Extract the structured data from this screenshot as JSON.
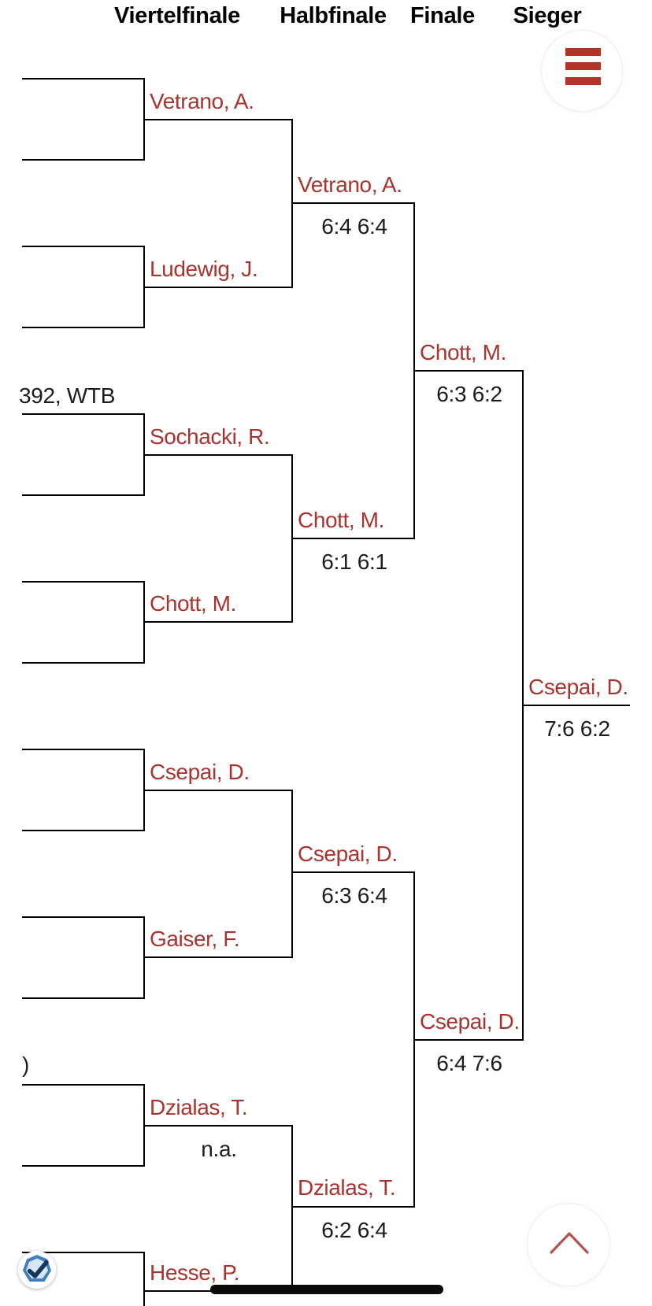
{
  "header": {
    "columns": [
      {
        "label": "Viertelfinale"
      },
      {
        "label": "Halbfinale"
      },
      {
        "label": "Finale"
      },
      {
        "label": "Sieger"
      }
    ]
  },
  "menu_button": {
    "icon": "hamburger-menu-icon"
  },
  "bracket": {
    "viertelfinale": [
      {
        "name": "Vetrano, A."
      },
      {
        "name": "Ludewig, J."
      },
      {
        "name": "Sochacki, R."
      },
      {
        "name": "Chott, M."
      },
      {
        "name": "Csepai, D."
      },
      {
        "name": "Gaiser, F."
      },
      {
        "name": "Dzialas, T.",
        "score": "n.a."
      },
      {
        "name": "Hesse, P."
      }
    ],
    "halbfinale": [
      {
        "name": "Vetrano, A.",
        "score": "6:4 6:4"
      },
      {
        "name": "Chott, M.",
        "score": "6:1 6:1"
      },
      {
        "name": "Csepai, D.",
        "score": "6:3 6:4"
      },
      {
        "name": "Dzialas, T.",
        "score": "6:2 6:4"
      }
    ],
    "finale": [
      {
        "name": "Chott, M.",
        "score": "6:3 6:2"
      },
      {
        "name": "Csepai, D.",
        "score": "6:4 7:6"
      }
    ],
    "sieger": {
      "name": "Csepai, D.",
      "score": "7:6 6:2"
    },
    "cutoff_fragments": [
      {
        "text": "392, WTB"
      },
      {
        "text": ")"
      }
    ]
  },
  "scroll_to_top": {
    "icon": "chevron-up-icon"
  },
  "browser_badge": {
    "icon": "verified-check-badge-icon"
  },
  "colors": {
    "player_name": "#a8342f",
    "menu_red": "#b23327",
    "line": "#000000",
    "score_text": "#1c1c1c",
    "chevron_red": "#b0544e",
    "badge_blue": "#3f7fc1"
  }
}
